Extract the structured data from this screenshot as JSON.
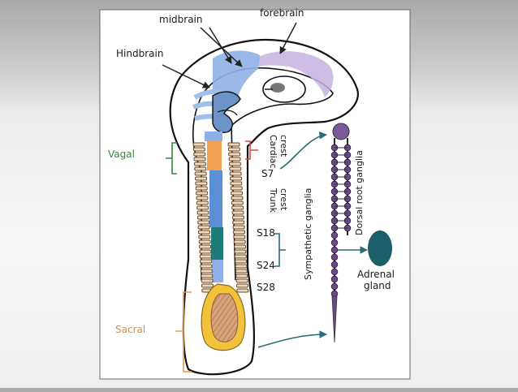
{
  "labels": {
    "midbrain": "midbrain",
    "forebrain": "forebrain",
    "hindbrain": "Hindbrain",
    "vagal": "Vagal",
    "cardiac_crest": "Cardiac crest",
    "s7": "S7",
    "trunk_crest": "Trunk crest",
    "s18": "S18",
    "s24": "S24",
    "s28": "S28",
    "sympathetic_ganglia": "Sympathetic ganglia",
    "dorsal_root_ganglia": "Dorsal root ganglia",
    "adrenal": "Adrenal",
    "gland": "gland",
    "sacral": "Sacral"
  },
  "colors": {
    "vagal": "#2e8b3a",
    "cardiac": "#d94a4a",
    "sacral": "#e89a55",
    "orange_segment": "#f0a050",
    "blue_segment": "#5a8fd6",
    "teal_segment": "#1f7a7a",
    "adrenal": "#1e5f6e",
    "ganglia": "#6a4a8a",
    "forebrain": "#b7a0d6",
    "midbrain": "#8fb0e6"
  }
}
